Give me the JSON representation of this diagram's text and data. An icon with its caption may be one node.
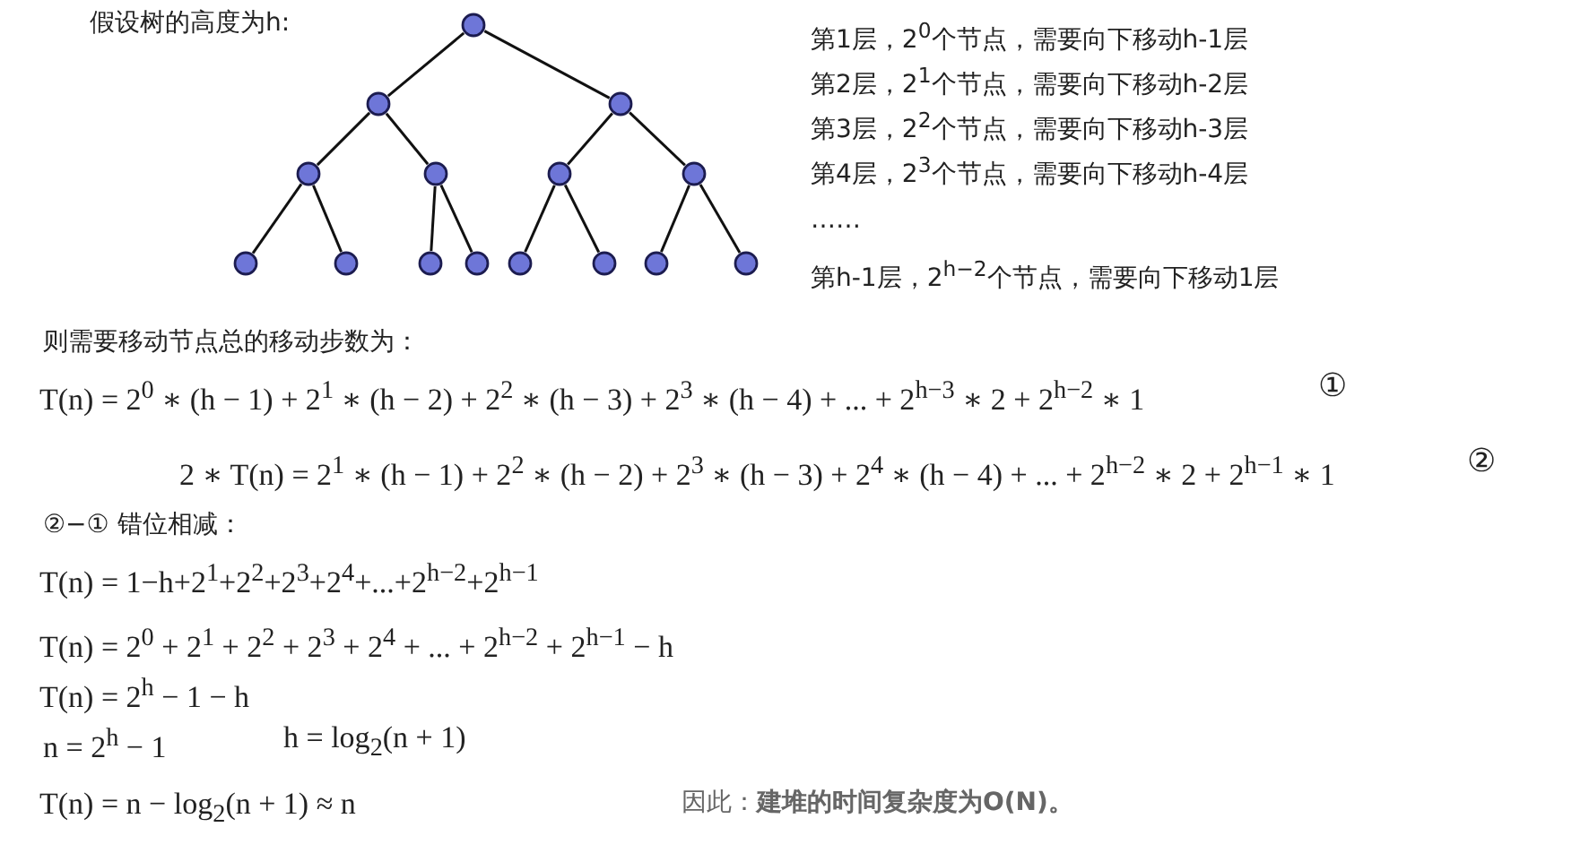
{
  "diagram": {
    "nodes": [
      {
        "text": [],
        "shape": "circle"
      },
      {
        "text": [],
        "shape": "circle"
      },
      {
        "text": [],
        "shape": "circle"
      },
      {
        "text": [],
        "shape": "circle"
      },
      {
        "text": [],
        "shape": "circle"
      },
      {
        "text": [],
        "shape": "circle"
      },
      {
        "text": [],
        "shape": "circle"
      },
      {
        "text": [],
        "shape": "circle"
      },
      {
        "text": [],
        "shape": "circle"
      },
      {
        "text": [],
        "shape": "circle"
      },
      {
        "text": [],
        "shape": "circle"
      },
      {
        "text": [],
        "shape": "circle"
      },
      {
        "text": [],
        "shape": "circle"
      },
      {
        "text": [],
        "shape": "circle"
      },
      {
        "text": [],
        "shape": "circle"
      }
    ],
    "edges": [
      {
        "from": 0,
        "to": 1,
        "arrow": "none"
      },
      {
        "from": 0,
        "to": 2,
        "arrow": "none"
      },
      {
        "from": 1,
        "to": 3,
        "arrow": "none"
      },
      {
        "from": 1,
        "to": 4,
        "arrow": "none"
      },
      {
        "from": 2,
        "to": 5,
        "arrow": "none"
      },
      {
        "from": 2,
        "to": 6,
        "arrow": "none"
      },
      {
        "from": 3,
        "to": 7,
        "arrow": "none"
      },
      {
        "from": 3,
        "to": 8,
        "arrow": "none"
      },
      {
        "from": 4,
        "to": 9,
        "arrow": "none"
      },
      {
        "from": 4,
        "to": 10,
        "arrow": "none"
      },
      {
        "from": 5,
        "to": 11,
        "arrow": "none"
      },
      {
        "from": 5,
        "to": 12,
        "arrow": "none"
      },
      {
        "from": 6,
        "to": 13,
        "arrow": "none"
      },
      {
        "from": 6,
        "to": 14,
        "arrow": "none"
      }
    ],
    "labels": [
      "假设树的高度为h:",
      "第1层，2$^{0}$个节点，需要向下移动h-1层",
      "第2层，2$^{1}$个节点，需要向下移动h-2层",
      "第3层，2$^{2}$个节点，需要向下移动h-3层",
      "第4层，2$^{3}$个节点，需要向下移动h-4层",
      "……",
      "第h-1层，2$^{h−2}$个节点，需要向下移动1层",
      "则需要移动节点总的移动步数为：",
      "T(n) = 2$^{0}$ ∗ (h − 1) + 2$^{1}$ ∗ (h − 2) + 2$^{2}$ ∗ (h − 3) + 2$^{3}$ ∗ (h − 4) + ... + 2$^{h−3}$ ∗ 2 + 2$^{h−2}$ ∗ 1",
      "①",
      "2 ∗ T(n) = 2$^{1}$ ∗ (h − 1) + 2$^{2}$ ∗ (h − 2) + 2$^{3}$ ∗ (h − 3) + 2$^{4}$ ∗ (h − 4) + ... + 2$^{h−2}$ ∗ 2 + 2$^{h−1}$ ∗ 1",
      "②",
      "②−① 错位相减：",
      "T(n) = 1−h+2$^{1}$+2$^{2}$+2$^{3}$+2$^{4}$+...+2$^{h−2}$+2$^{h−1}$",
      "T(n) = 2$^{0}$ + 2$^{1}$ + 2$^{2}$ + 2$^{3}$ + 2$^{4}$ + ... + 2$^{h−2}$ + 2$^{h−1}$ − h",
      "T(n) = 2$^{h}$ − 1 − h",
      "n = 2$^{h}$ − 1",
      "h = log$_{2}$(n + 1)",
      "T(n) = n − log$_{2}$(n + 1) ≈ n",
      "因此：**建堆的时间复杂度为O(N)。**"
    ]
  }
}
